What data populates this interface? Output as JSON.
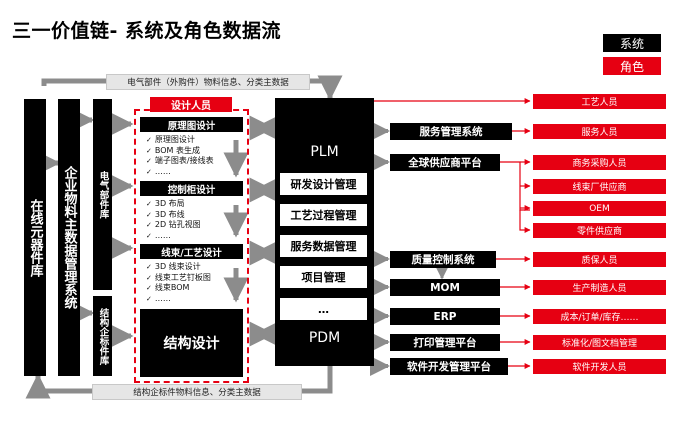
{
  "title": "三一价值链- 系统及角色数据流",
  "legend": {
    "system": "系统",
    "role": "角色"
  },
  "top_band": "电气部件（外购件）物料信息、分类主数据",
  "bottom_band": "结构企标件物料信息、分类主数据",
  "left_col_1": "在线元器件库",
  "left_col_2": "企业物料主数据管理系统",
  "electrical_lib": "电气部件库",
  "structural_lib": "结构企标件库",
  "designer": "设计人员",
  "schematic": {
    "header": "原理图设计",
    "items": [
      "原理图设计",
      "BOM 表生成",
      "端子图表/接线表",
      "……"
    ]
  },
  "cabinet": {
    "header": "控制柜设计",
    "items": [
      "3D 布局",
      "3D 布线",
      "2D 钻孔视图",
      "……"
    ]
  },
  "harness": {
    "header": "线束/工艺设计",
    "items": [
      "3D 线束设计",
      "线束工艺钉板图",
      "线束BOM",
      "……"
    ]
  },
  "structural_design": "结构设计",
  "plm": {
    "top": "PLM",
    "bottom": "PDM",
    "items": [
      "研发设计管理",
      "工艺过程管理",
      "服务数据管理",
      "项目管理",
      "…"
    ]
  },
  "systems": [
    "服务管理系统",
    "全球供应商平台",
    "质量控制系统",
    "MOM",
    "ERP",
    "打印管理平台",
    "软件开发管理平台"
  ],
  "roles": [
    "工艺人员",
    "服务人员",
    "商务采购人员",
    "线束厂供应商",
    "OEM",
    "零件供应商",
    "质保人员",
    "生产制造人员",
    "成本/订单/库存……",
    "标准化/图文档管理",
    "软件开发人员"
  ],
  "colors": {
    "black": "#000000",
    "red": "#e60012",
    "gray": "#8c8c8c"
  }
}
